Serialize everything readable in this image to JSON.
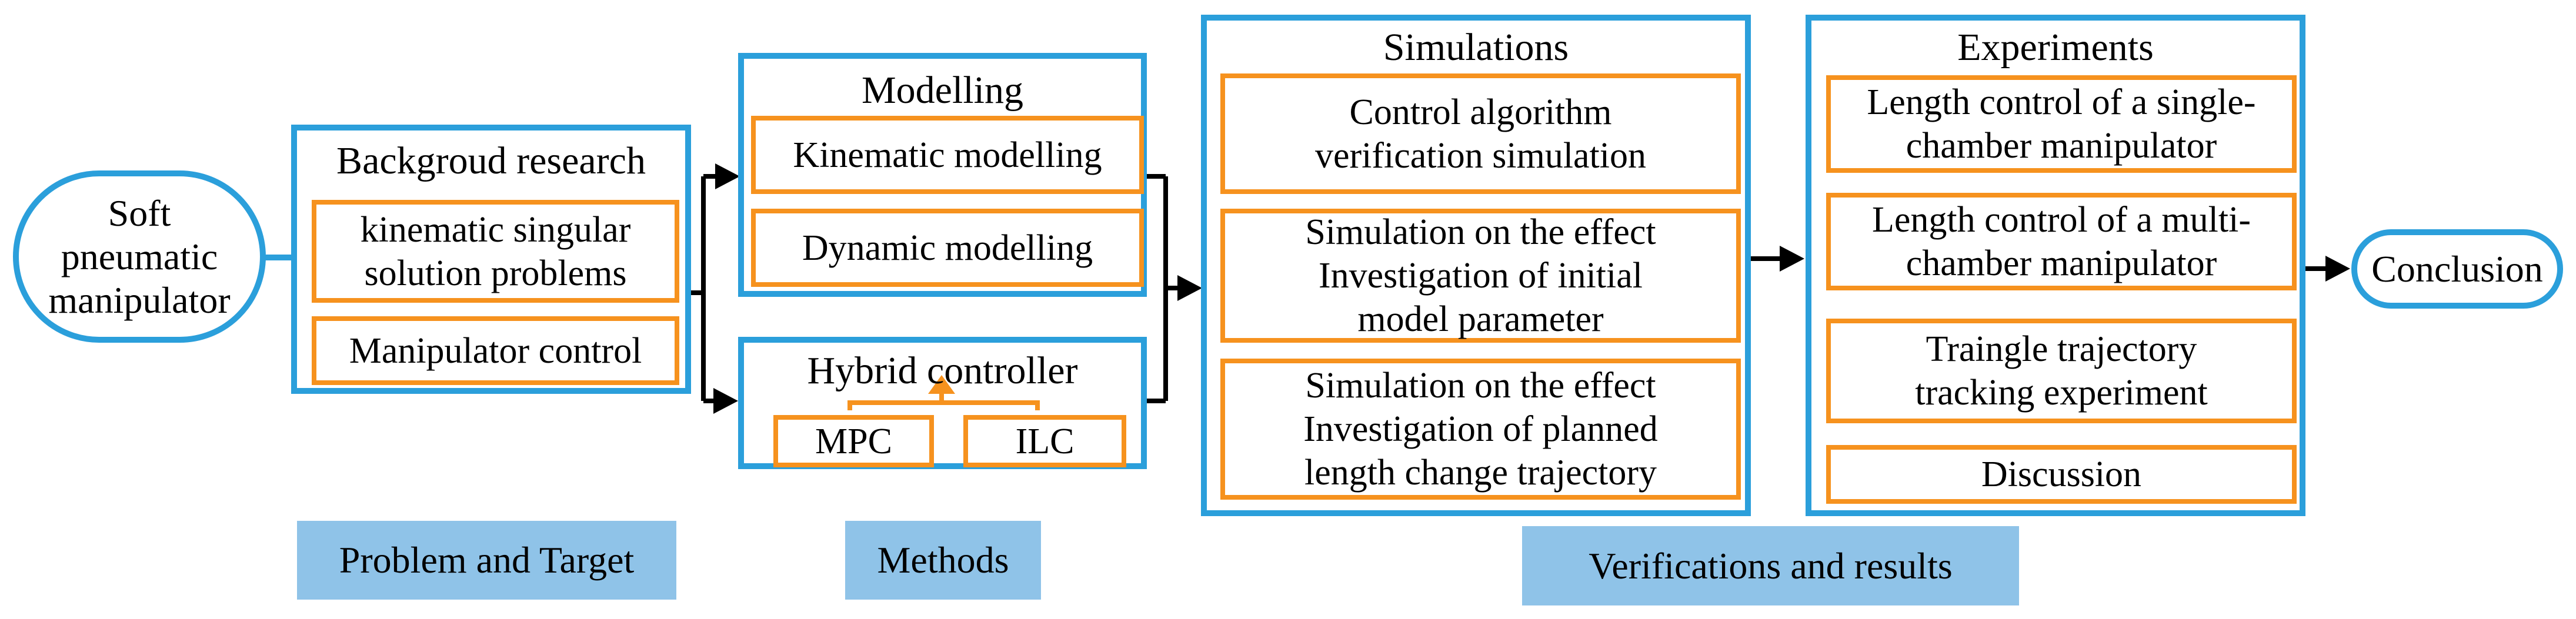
{
  "colors": {
    "blue_border": "#2b9fdb",
    "orange_border": "#f6921e",
    "stage_label_bg": "#8fc3e8",
    "connector_black": "#000000",
    "text": "#000000"
  },
  "nodes": {
    "start": "Soft\npneumatic\nmanipulator",
    "conclusion": "Conclusion"
  },
  "groups": {
    "background": {
      "title": "Backgroud research",
      "items": [
        "kinematic singular\nsolution problems",
        "Manipulator control"
      ]
    },
    "modelling": {
      "title": "Modelling",
      "items": [
        "Kinematic modelling",
        "Dynamic modelling"
      ]
    },
    "hybrid": {
      "title": "Hybrid controller",
      "items": [
        "MPC",
        "ILC"
      ]
    },
    "simulations": {
      "title": "Simulations",
      "items": [
        "Control algorithm\nverification simulation",
        "Simulation on the effect\nInvestigation of initial\nmodel parameter",
        "Simulation on the effect\nInvestigation of planned\nlength change trajectory"
      ]
    },
    "experiments": {
      "title": "Experiments",
      "items": [
        "Length control of a single-\nchamber manipulator",
        "Length control of a multi-\nchamber manipulator",
        "Traingle trajectory\ntracking experiment",
        "Discussion"
      ]
    }
  },
  "stage_labels": [
    "Problem and Target",
    "Methods",
    "Verifications and results"
  ]
}
